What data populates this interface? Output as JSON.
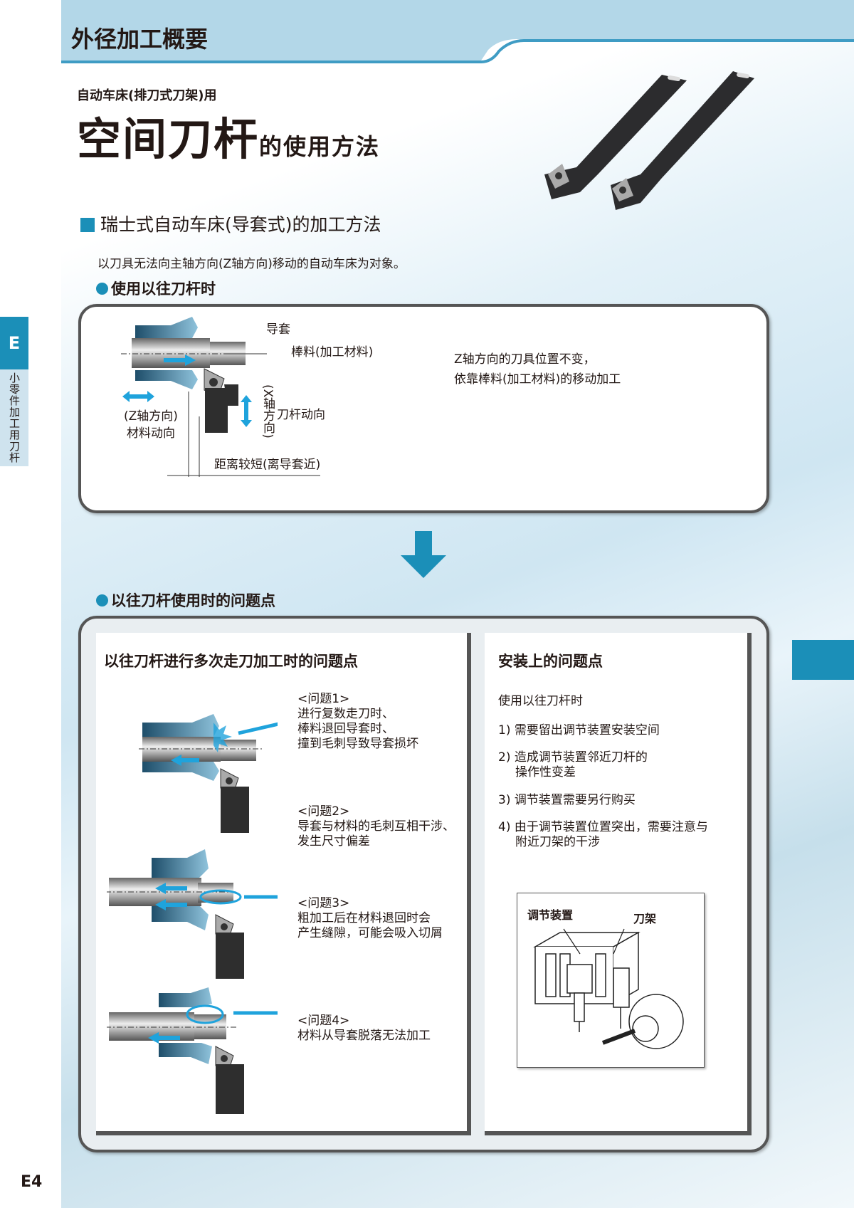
{
  "header": {
    "title": "外径加工概要"
  },
  "side_tab": {
    "letter": "E",
    "label": "小零件加工用刀杆"
  },
  "title_block": {
    "subtitle": "自动车床(排刀式刀架)用",
    "title_main": "空间刀杆",
    "title_suffix": "的使用方法"
  },
  "section": {
    "heading": "瑞士式自动车床(导套式)的加工方法",
    "intro": "以刀具无法向主轴方向(Z轴方向)移动的自动车床为对象。"
  },
  "conventional": {
    "heading": "使用以往刀杆时",
    "labels": {
      "guide_bush": "导套",
      "bar": "棒料(加工材料)",
      "z_dir": "(Z轴方向)",
      "material_move": "材料动向",
      "x_dir": "(X轴方向)",
      "tool_move": "刀杆动向",
      "distance": "距离较短(离导套近)"
    },
    "description": [
      "Z轴方向的刀具位置不变，",
      "依靠棒料(加工材料)的移动加工"
    ]
  },
  "problems": {
    "heading": "以往刀杆使用时的问题点",
    "left": {
      "title": "以往刀杆进行多次走刀加工时的问题点",
      "items": [
        {
          "label": "<问题1>",
          "lines": [
            "进行复数走刀时、",
            "棒料退回导套时、",
            "撞到毛刺导致导套损坏"
          ]
        },
        {
          "label": "<问题2>",
          "lines": [
            "导套与材料的毛刺互相干涉、",
            "发生尺寸偏差"
          ]
        },
        {
          "label": "<问题3>",
          "lines": [
            "粗加工后在材料退回时会",
            "产生缝隙，可能会吸入切屑"
          ]
        },
        {
          "label": "<问题4>",
          "lines": [
            "材料从导套脱落无法加工"
          ]
        }
      ]
    },
    "right": {
      "title": "安装上的问题点",
      "intro": "使用以往刀杆时",
      "items": [
        {
          "num": "1)",
          "lines": [
            "需要留出调节装置安装空间"
          ]
        },
        {
          "num": "2)",
          "lines": [
            "造成调节装置邻近刀杆的",
            "操作性变差"
          ]
        },
        {
          "num": "3)",
          "lines": [
            "调节装置需要另行购买"
          ]
        },
        {
          "num": "4)",
          "lines": [
            "由于调节装置位置突出，需要注意与",
            "附近刀架的干涉"
          ]
        }
      ],
      "figure": {
        "adjuster": "调节装置",
        "tool_post": "刀架"
      }
    }
  },
  "page_number": "E4",
  "colors": {
    "accent": "#1b8fb8",
    "header_band": "#b3d7e8"
  }
}
